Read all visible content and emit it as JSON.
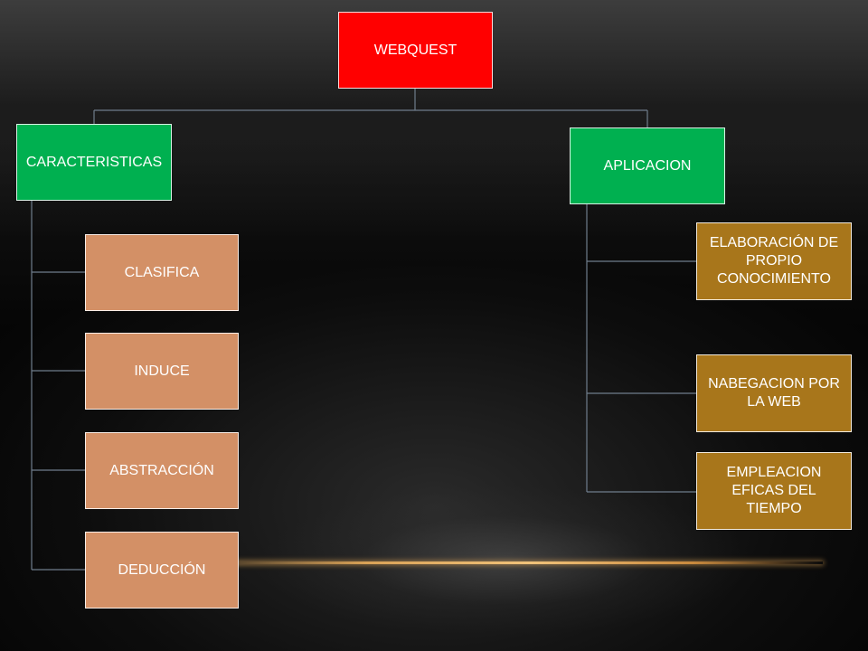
{
  "diagram": {
    "root": {
      "label": "WEBQUEST",
      "color": "#ff0000"
    },
    "branches": [
      {
        "label": "CARACTERISTICAS",
        "color": "#00b050",
        "children": [
          {
            "label": "CLASIFICA"
          },
          {
            "label": "INDUCE"
          },
          {
            "label": "ABSTRACCIÓN"
          },
          {
            "label": "DEDUCCIÓN"
          }
        ],
        "child_color": "#d39066"
      },
      {
        "label": "APLICACION",
        "color": "#00b050",
        "children": [
          {
            "label": "ELABORACIÓN DE PROPIO CONOCIMIENTO"
          },
          {
            "label": "NABEGACION POR LA WEB"
          },
          {
            "label": "EMPLEACION EFICAS DEL TIEMPO"
          }
        ],
        "child_color": "#a8761b"
      }
    ],
    "connector_color": "#6f7d8c"
  }
}
